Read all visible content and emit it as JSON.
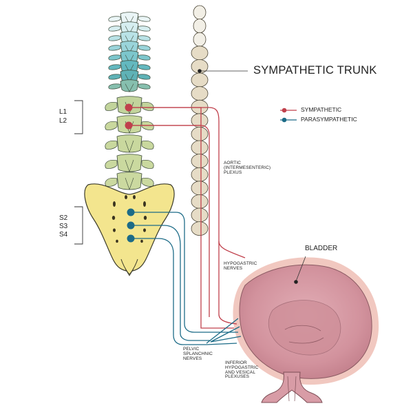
{
  "labels": {
    "sympathetic_trunk": "SYMPATHETIC TRUNK",
    "bladder": "BLADDER",
    "aortic_plexus": [
      "AORTIC",
      "(INTERMESENTERIC)",
      "PLEXUS"
    ],
    "hypogastric_nerves": [
      "HYPOGASTRIC",
      "NERVES"
    ],
    "pelvic_splanchnic": [
      "PELVIC",
      "SPLANCHNIC",
      "NERVES"
    ],
    "inferior_plexuses": [
      "INFERIOR",
      "HYPOGASTRIC",
      "AND VESICAL",
      "PLEXUSES"
    ]
  },
  "segments": {
    "lumbar": [
      "L1",
      "L2"
    ],
    "sacral": [
      "S2",
      "S3",
      "S4"
    ]
  },
  "legend": [
    {
      "label": "SYMPATHETIC",
      "color": "#c0404c"
    },
    {
      "label": "PARASYMPATHETIC",
      "color": "#1c6b87"
    }
  ],
  "colors": {
    "sympathetic": "#c0404c",
    "parasympathetic": "#1c6b87",
    "trunk_fill": "#e6dcc6",
    "sacrum_fill": "#f3e58e",
    "lumbar_fill": "#c9d79e",
    "thoracic_fill": "#7ec4c8",
    "bladder_fill": "#d89ca6"
  }
}
